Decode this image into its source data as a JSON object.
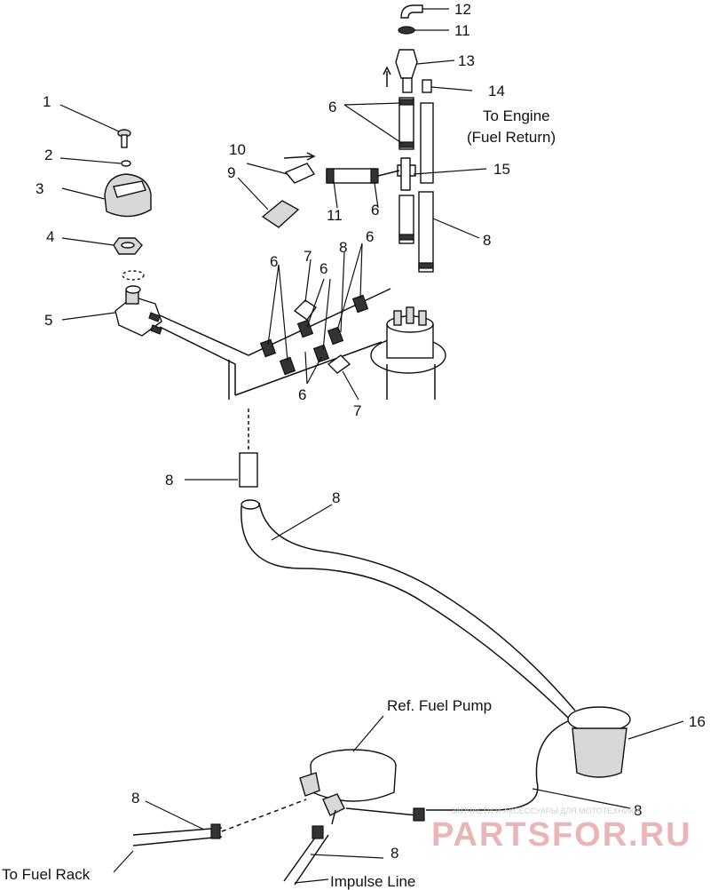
{
  "callouts": [
    {
      "num": "1"
    },
    {
      "num": "2"
    },
    {
      "num": "3"
    },
    {
      "num": "4"
    },
    {
      "num": "5"
    },
    {
      "num": "6"
    },
    {
      "num": "6"
    },
    {
      "num": "6"
    },
    {
      "num": "6"
    },
    {
      "num": "6"
    },
    {
      "num": "6"
    },
    {
      "num": "7"
    },
    {
      "num": "7"
    },
    {
      "num": "8"
    },
    {
      "num": "8"
    },
    {
      "num": "8"
    },
    {
      "num": "8"
    },
    {
      "num": "8"
    },
    {
      "num": "8"
    },
    {
      "num": "8"
    },
    {
      "num": "9"
    },
    {
      "num": "10"
    },
    {
      "num": "11"
    },
    {
      "num": "11"
    },
    {
      "num": "12"
    },
    {
      "num": "13"
    },
    {
      "num": "14"
    },
    {
      "num": "15"
    },
    {
      "num": "16"
    }
  ],
  "notes": {
    "engine_line1": "To Engine",
    "engine_line2": "(Fuel Return)",
    "fuel_pump": "Ref. Fuel Pump",
    "fuel_rack": "To Fuel Rack",
    "impulse": "Impulse Line"
  },
  "watermark": {
    "small": "ЗАПЧАСТИ И АКСЕССУАРЫ ДЛЯ МОТОТЕХНИКИ",
    "brand": "PARTSFOR.RU"
  }
}
